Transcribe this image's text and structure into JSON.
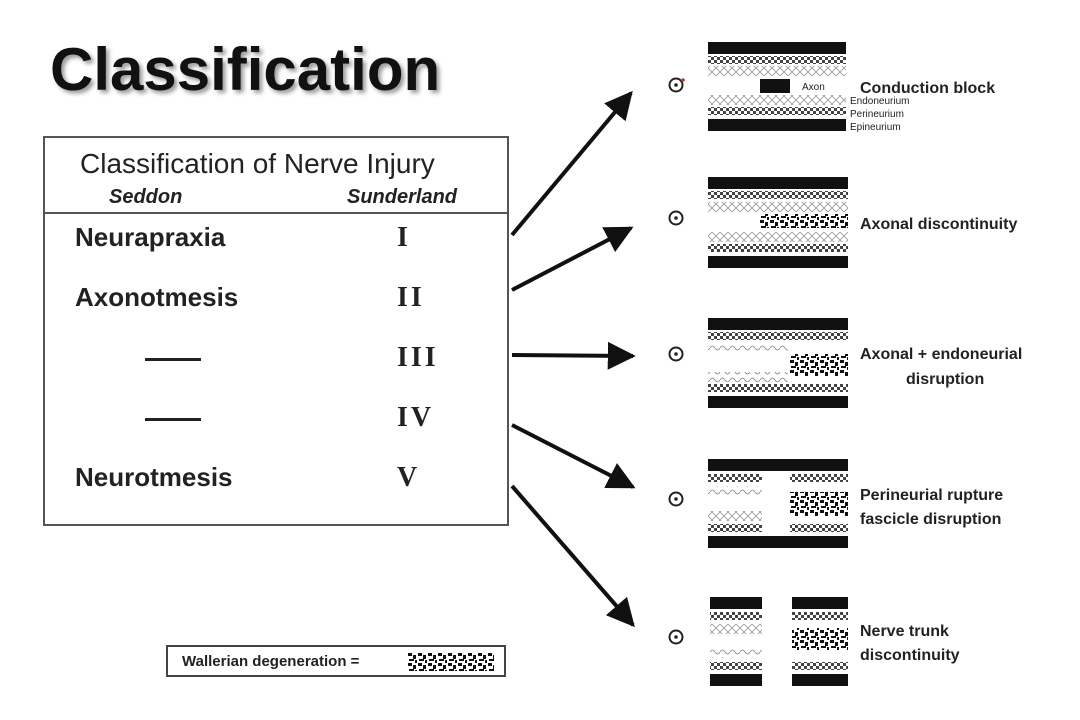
{
  "slide": {
    "title": "Classification"
  },
  "table": {
    "caption": "Classification of Nerve Injury",
    "col_seddon": "Seddon",
    "col_sunderland": "Sunderland",
    "rows": [
      {
        "seddon": "Neurapraxia",
        "grade": "I"
      },
      {
        "seddon": "Axonotmesis",
        "grade": "II"
      },
      {
        "seddon": "",
        "grade": "III"
      },
      {
        "seddon": "",
        "grade": "IV"
      },
      {
        "seddon": "Neurotmesis",
        "grade": "V"
      }
    ]
  },
  "legend": {
    "label": "Wallerian degeneration ="
  },
  "diagrams": {
    "panel1": {
      "label": "Conduction block",
      "axon": "Axon",
      "layers": [
        "Endoneurium",
        "Perineurium",
        "Epineurium"
      ]
    },
    "panel2": {
      "label": "Axonal discontinuity"
    },
    "panel3": {
      "label_line1": "Axonal + endoneurial",
      "label_line2": "disruption"
    },
    "panel4": {
      "label_line1": "Perineurial rupture",
      "label_line2": "fascicle disruption"
    },
    "panel5": {
      "label_line1": "Nerve trunk",
      "label_line2": "discontinuity"
    }
  },
  "colors": {
    "ink": "#111111",
    "accent_marker": "#c0392b"
  }
}
